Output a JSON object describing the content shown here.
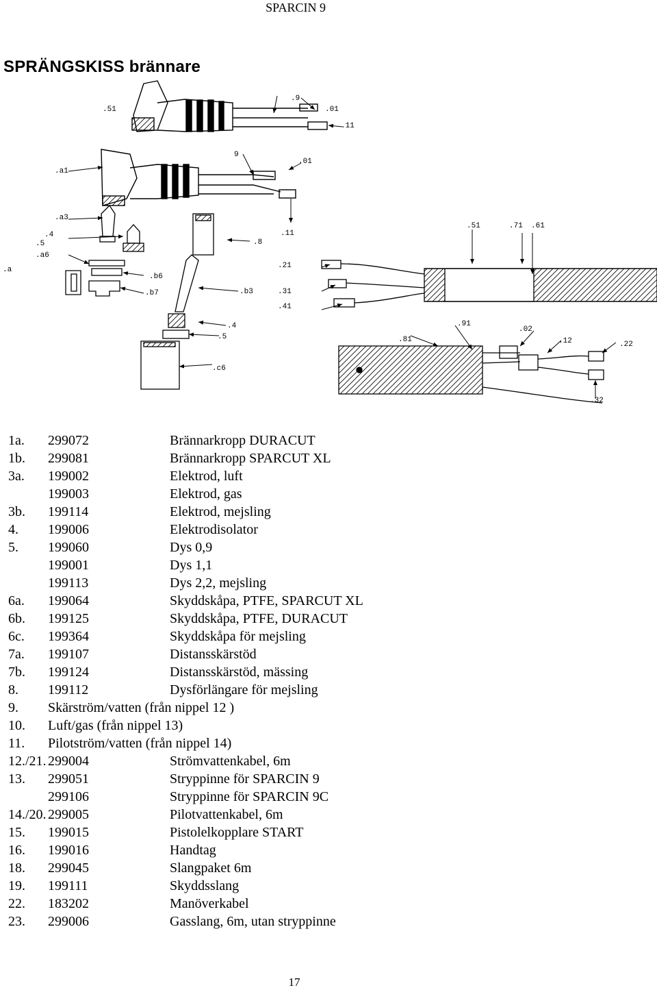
{
  "header": {
    "doc_title": "SPARCIN 9"
  },
  "section_title": "SPRÄNGSKISS brännare",
  "diagram_labels": {
    "l15_top": ".51",
    "l9_top": ".9",
    "l10_top": ".01",
    "l11_top": ".11",
    "l9_mid": "9",
    "l10_mid": ".01",
    "l1a": ".a1",
    "l3a": ".a3",
    "l4_left": ".4",
    "l5_left": ".5",
    "l6a": ".a6",
    "la": ".a",
    "l6b": ".b6",
    "l7b": ".b7",
    "l8": ".8",
    "l3b": ".b3",
    "l11_mid": ".11",
    "l4_low": ".4",
    "l5_low": ".5",
    "l6c": ".c6",
    "l15_r": ".51",
    "l17": ".71",
    "l16": ".61",
    "l12": ".21",
    "l13": ".31",
    "l14": ".41",
    "l19": ".91",
    "l20": ".02",
    "l18": ".81",
    "l21": ".12",
    "l22": ".22",
    "l32": ".32"
  },
  "parts": [
    {
      "ref": "1a.",
      "num": "299072",
      "desc": "Brännarkropp DURACUT"
    },
    {
      "ref": "1b.",
      "num": "299081",
      "desc": "Brännarkropp SPARCUT XL"
    },
    {
      "ref": "3a.",
      "num": "199002",
      "desc": "Elektrod, luft"
    },
    {
      "ref": "",
      "num": "199003",
      "desc": "Elektrod, gas"
    },
    {
      "ref": "3b.",
      "num": "199114",
      "desc": "Elektrod, mejsling"
    },
    {
      "ref": "4.",
      "num": "199006",
      "desc": "Elektrodisolator"
    },
    {
      "ref": "5.",
      "num": "199060",
      "desc": "Dys 0,9"
    },
    {
      "ref": "",
      "num": "199001",
      "desc": "Dys 1,1"
    },
    {
      "ref": "",
      "num": "199113",
      "desc": "Dys 2,2, mejsling"
    },
    {
      "ref": "6a.",
      "num": "199064",
      "desc": "Skyddskåpa, PTFE, SPARCUT XL"
    },
    {
      "ref": "6b.",
      "num": "199125",
      "desc": "Skyddskåpa, PTFE, DURACUT"
    },
    {
      "ref": "6c.",
      "num": "199364",
      "desc": "Skyddskåpa för mejsling"
    },
    {
      "ref": "7a.",
      "num": "199107",
      "desc": "Distansskärstöd"
    },
    {
      "ref": "7b.",
      "num": "199124",
      "desc": "Distansskärstöd, mässing"
    },
    {
      "ref": "8.",
      "num": "199112",
      "desc": "Dysförlängare för mejsling"
    },
    {
      "ref": "9.",
      "num": "Skärström/vatten (från nippel 12 )",
      "desc": ""
    },
    {
      "ref": "10.",
      "num": "Luft/gas (från nippel 13)",
      "desc": ""
    },
    {
      "ref": "11.",
      "num": "Pilotström/vatten (från nippel 14)",
      "desc": ""
    },
    {
      "ref": "12./21.",
      "num": "299004",
      "desc": "Strömvattenkabel, 6m"
    },
    {
      "ref": "13.",
      "num": "299051",
      "desc": "Stryppinne för SPARCIN 9"
    },
    {
      "ref": "",
      "num": "299106",
      "desc": "Stryppinne för SPARCIN 9C"
    },
    {
      "ref": "14./20.",
      "num": "299005",
      "desc": "Pilotvattenkabel, 6m"
    },
    {
      "ref": "15.",
      "num": "199015",
      "desc": "Pistolelkopplare START"
    },
    {
      "ref": "16.",
      "num": "199016",
      "desc": "Handtag"
    },
    {
      "ref": "18.",
      "num": "299045",
      "desc": "Slangpaket 6m"
    },
    {
      "ref": "19.",
      "num": "199111",
      "desc": "Skyddsslang"
    },
    {
      "ref": "22.",
      "num": "183202",
      "desc": "Manöverkabel"
    },
    {
      "ref": "23.",
      "num": "299006",
      "desc": "Gasslang, 6m, utan stryppinne"
    }
  ],
  "page_number": "17"
}
